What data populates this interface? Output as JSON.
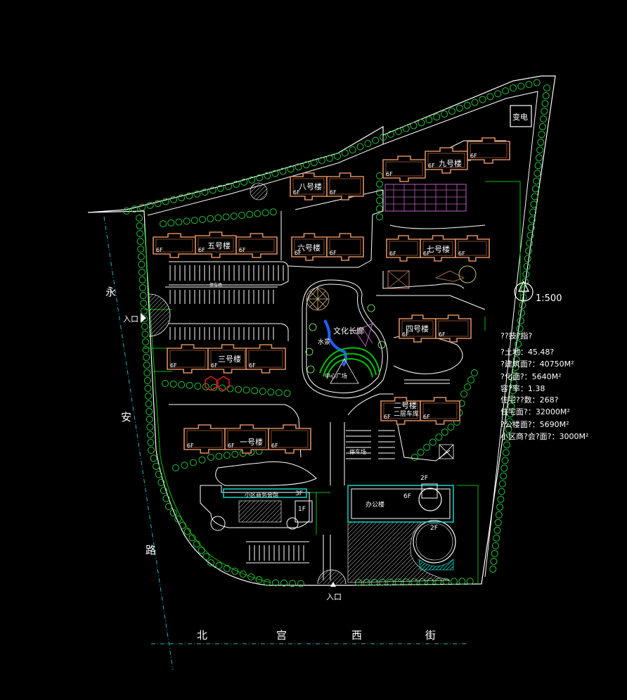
{
  "streets": {
    "west": [
      "永",
      "安",
      "路"
    ],
    "south": [
      "北",
      "宫",
      "西",
      "街"
    ]
  },
  "entrances": {
    "west": "入口",
    "south": "入口"
  },
  "substation": "变电",
  "scale": "1:500",
  "buildings": {
    "b1": "一号楼",
    "b2": "二号楼",
    "b2_sub": "二层车库",
    "b3": "三号楼",
    "b4": "四号楼",
    "b5": "五号楼",
    "b6": "六号楼",
    "b7": "七号楼",
    "b8": "八号楼",
    "b9": "九号楼",
    "commercial": "小区商务会馆",
    "office": "办公楼",
    "culture": "文化长廊",
    "water": "水景",
    "central": "中心广场",
    "parking": "停车场",
    "parking_n": "停车场"
  },
  "floors": {
    "f6": "6F",
    "f3": "3F",
    "f2": "2F",
    "f1": "1F"
  },
  "stats": {
    "title": "??技?指?",
    "land": "?土地：45.48?",
    "built": "?建筑面?：40750M²",
    "green": "?化面?：5640M²",
    "far": "容?率：1.38",
    "units": "住宅??数：268?",
    "res_area": "住宅面?：32000M²",
    "public": "?公楼面?：5690M²",
    "club": "小区商?会?面?：3000M²"
  },
  "colors": {
    "building": "#d98c5f",
    "tree": "#22c33a",
    "road_axis": "#21b6c8",
    "water": "#1e60ff",
    "lawn": "#00c000"
  }
}
